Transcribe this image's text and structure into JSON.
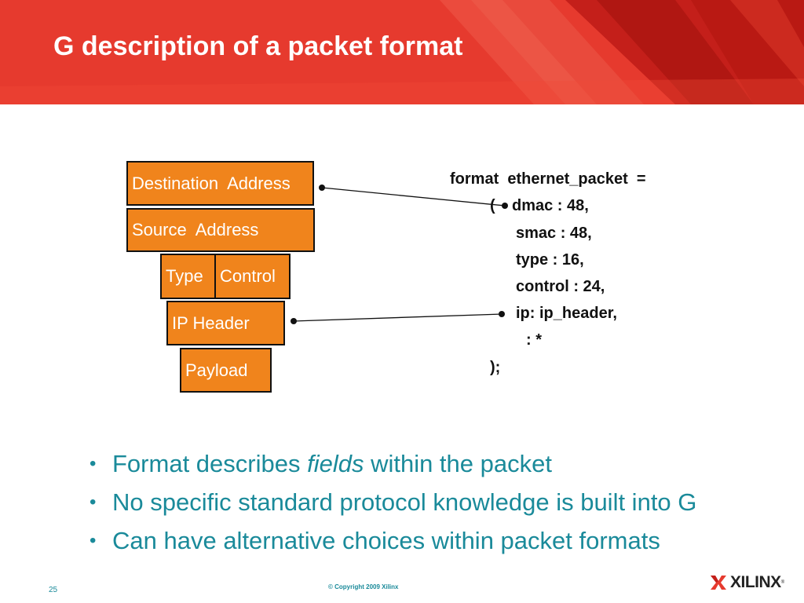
{
  "title": "G description of a packet format",
  "colors": {
    "banner_red": "#e63a2e",
    "banner_dark": "#c41f1a",
    "box_orange": "#f0841c",
    "bullet_teal": "#1a8a9a"
  },
  "packet_boxes": {
    "destination_address": "Destination  Address",
    "source_address": "Source  Address",
    "type": "Type",
    "control": "Control",
    "ip_header": "IP Header",
    "payload": "Payload"
  },
  "code": {
    "line1": "format  ethernet_packet  =",
    "line2_paren": "(",
    "line2": "dmac : 48,",
    "line3": "smac : 48,",
    "line4": "type : 16,",
    "line5": "control : 24,",
    "line6": "ip: ip_header,",
    "line7": ": *",
    "line8": ");"
  },
  "bullets": {
    "b1_pre": "Format describes ",
    "b1_em": "fields",
    "b1_post": " within the packet",
    "b2": "No specific standard protocol knowledge is built into G",
    "b3": "Can have alternative choices within packet formats",
    "marker": "•"
  },
  "footer": {
    "page_number": "25",
    "copyright": "© Copyright 2009 Xilinx",
    "logo_text": "XILINX",
    "logo_tm": "®"
  }
}
